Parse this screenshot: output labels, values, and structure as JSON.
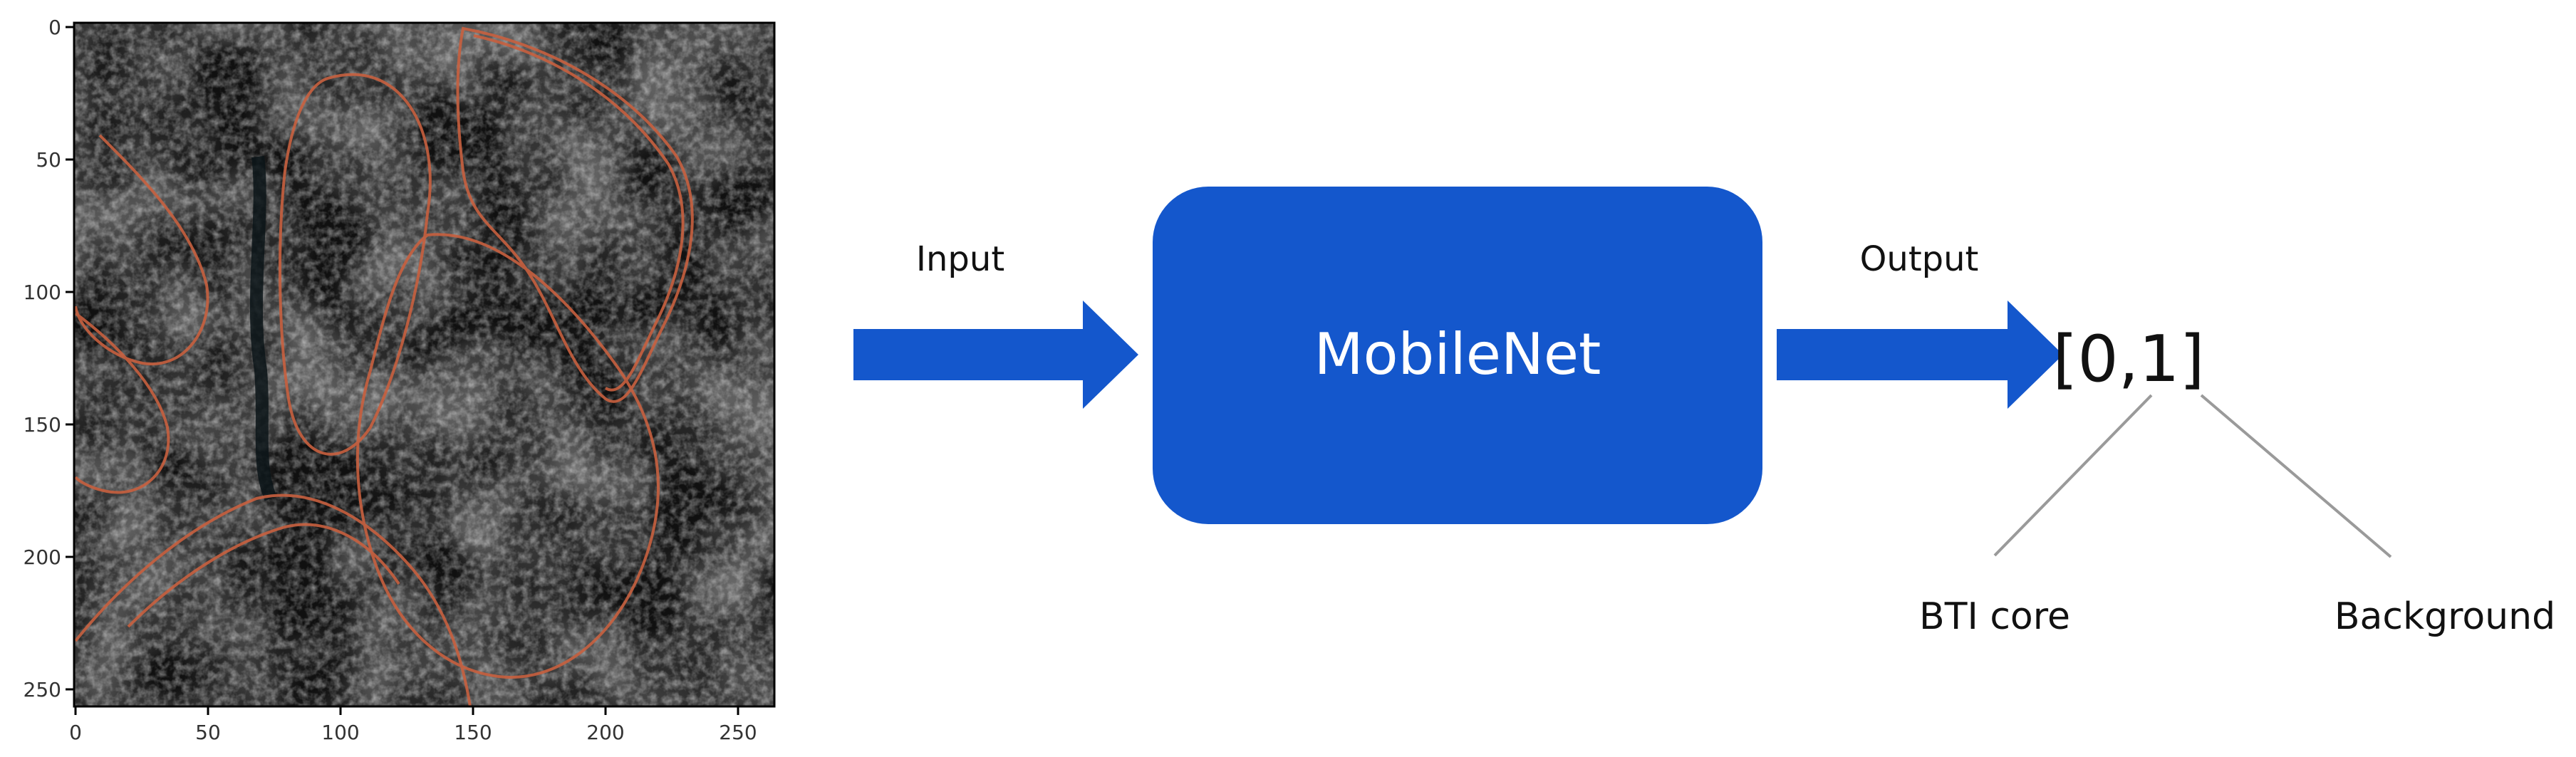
{
  "image_panel": {
    "x_ticks": [
      "0",
      "50",
      "100",
      "150",
      "200",
      "250"
    ],
    "y_ticks": [
      "0",
      "50",
      "100",
      "150",
      "200",
      "250"
    ]
  },
  "flow": {
    "input_label": "Input",
    "model_label": "MobileNet",
    "output_label": "Output",
    "output_value": "[0,1]",
    "class_labels": [
      "BTI core",
      "Background"
    ]
  },
  "colors": {
    "arrow": "#1457CC",
    "model_box": "#1457CC",
    "model_text": "#FFFFFF",
    "contour": "#C8603F",
    "connector": "#9A9A9A"
  }
}
